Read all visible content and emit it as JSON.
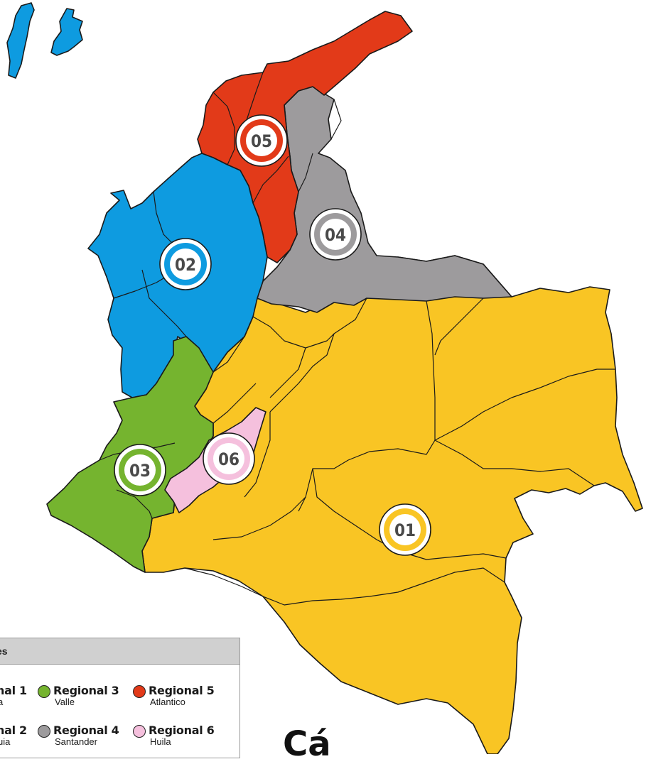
{
  "map": {
    "colors": {
      "regional_1": "#f9c524",
      "regional_2": "#0e9be0",
      "regional_3": "#75b42f",
      "regional_4": "#9d9b9d",
      "regional_5": "#e23a19",
      "regional_6": "#f5c0dd",
      "border": "#1a1a1a"
    },
    "markers": [
      {
        "id": "01",
        "label": "01",
        "region": "regional_1"
      },
      {
        "id": "02",
        "label": "02",
        "region": "regional_2"
      },
      {
        "id": "03",
        "label": "03",
        "region": "regional_3"
      },
      {
        "id": "04",
        "label": "04",
        "region": "regional_4"
      },
      {
        "id": "05",
        "label": "05",
        "region": "regional_5"
      },
      {
        "id": "06",
        "label": "06",
        "region": "regional_6"
      }
    ]
  },
  "legend": {
    "header": "es",
    "items": [
      {
        "name": "nal 1",
        "city": "a",
        "color": "#f9c524"
      },
      {
        "name": "nal 2",
        "city": "uia",
        "color": "#0e9be0"
      },
      {
        "name": "Regional 3",
        "city": "Valle",
        "color": "#75b42f"
      },
      {
        "name": "Regional 4",
        "city": "Santander",
        "color": "#9d9b9d"
      },
      {
        "name": "Regional 5",
        "city": "Atlantico",
        "color": "#e23a19"
      },
      {
        "name": "Regional 6",
        "city": "Huila",
        "color": "#f5c0dd"
      }
    ]
  },
  "corner_text": "Cá"
}
